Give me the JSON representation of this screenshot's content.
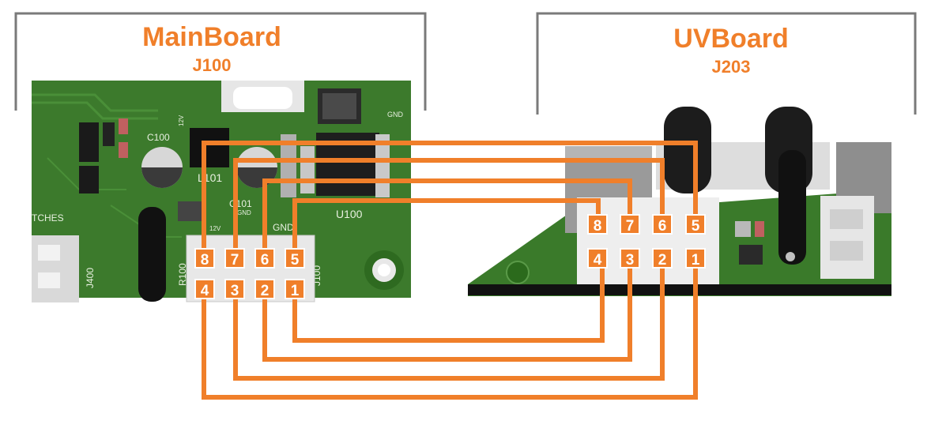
{
  "left_board": {
    "name": "MainBoard",
    "connector": "J100",
    "silkscreen": [
      "GND",
      "GND",
      "L101",
      "C101",
      "U100",
      "R100",
      "J100",
      "J400",
      "TCHES",
      "C100",
      "GND",
      "12V",
      "12V"
    ]
  },
  "right_board": {
    "name": "UVBoard",
    "connector": "J203"
  },
  "left_pins": {
    "top": [
      "8",
      "7",
      "6",
      "5"
    ],
    "bottom": [
      "4",
      "3",
      "2",
      "1"
    ]
  },
  "right_pins": {
    "top": [
      "8",
      "7",
      "6",
      "5"
    ],
    "bottom": [
      "4",
      "3",
      "2",
      "1"
    ]
  },
  "colors": {
    "accent": "#f07f2a",
    "wire": "#f07f2a",
    "pcb": "#3c7a2c",
    "frame": "#7a7a7a"
  }
}
